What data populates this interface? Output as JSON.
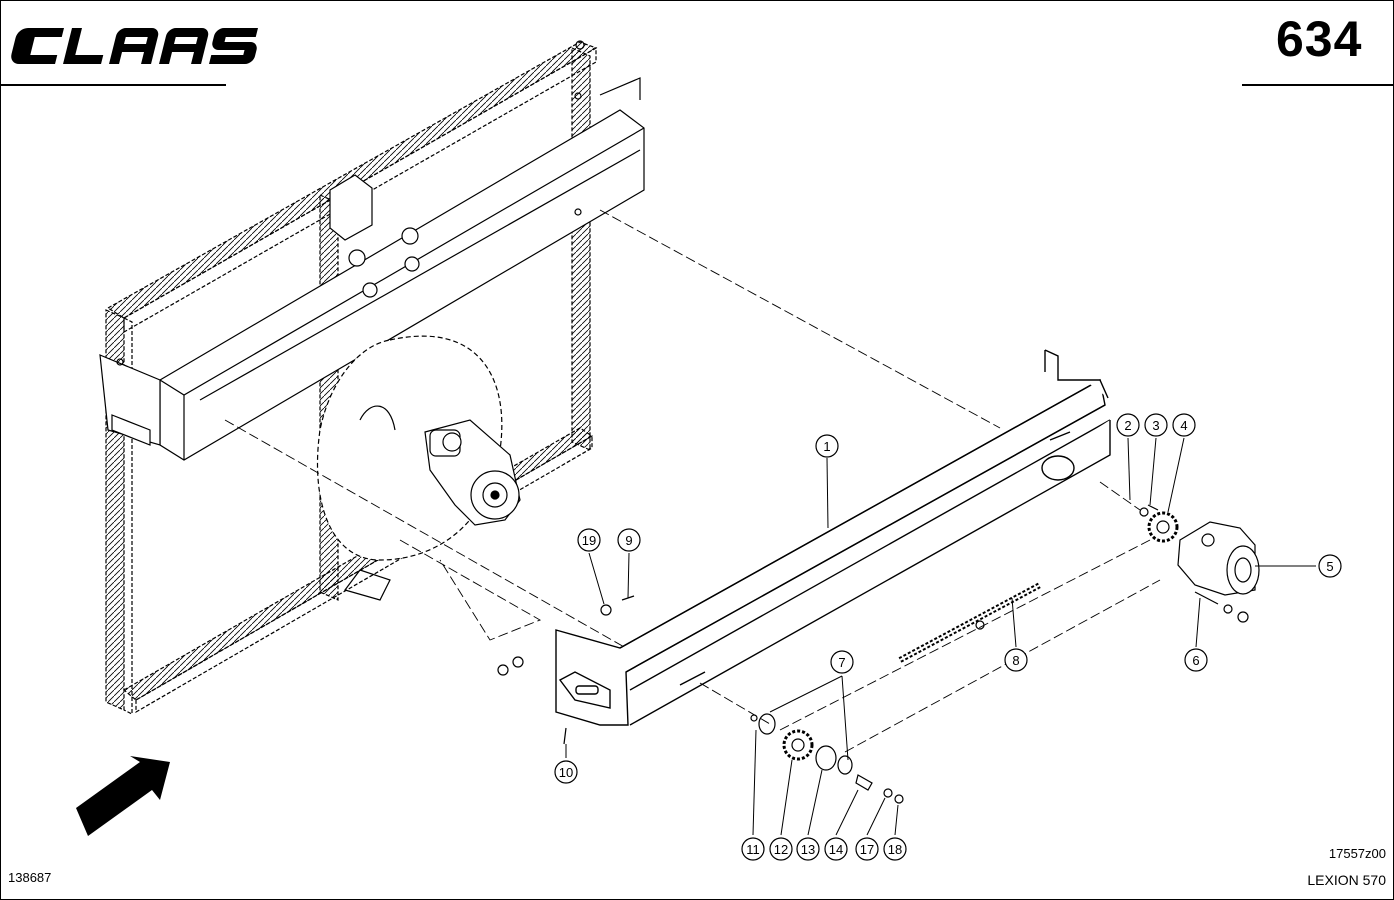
{
  "header": {
    "brand": "CLAAS",
    "page_number": "634"
  },
  "footer": {
    "doc_number": "138687",
    "drawing_code": "17557z00",
    "model": "LEXION 570"
  },
  "callouts": [
    "1",
    "2",
    "3",
    "4",
    "5",
    "6",
    "7",
    "8",
    "9",
    "10",
    "11",
    "12",
    "13",
    "14",
    "17",
    "18",
    "19"
  ],
  "icons": {
    "logo": "claas-logo",
    "direction": "direction-arrow-icon"
  }
}
